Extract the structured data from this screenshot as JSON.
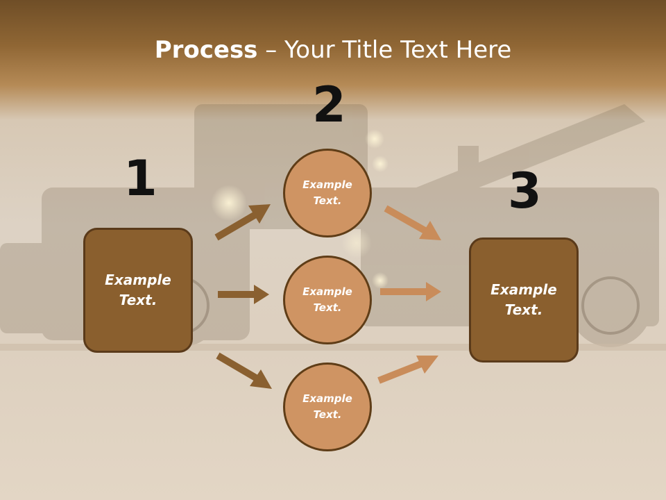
{
  "slide": {
    "title_bold": "Process",
    "title_rest": " – Your Title Text Here"
  },
  "steps": [
    {
      "number": "1",
      "text": "Example\nText."
    },
    {
      "number": "2",
      "text": "Example\nText."
    },
    {
      "number": "3",
      "text": "Example\nText."
    }
  ],
  "circles": [
    {
      "text": "Example\nText."
    },
    {
      "text": "Example\nText."
    },
    {
      "text": "Example\nText."
    }
  ],
  "colors": {
    "box_fill": "#8a5f2e",
    "circle_fill": "#cf9463",
    "dark_arrow": "#8a6030",
    "light_arrow": "#c98c5a",
    "header_band": "#7a5528"
  }
}
